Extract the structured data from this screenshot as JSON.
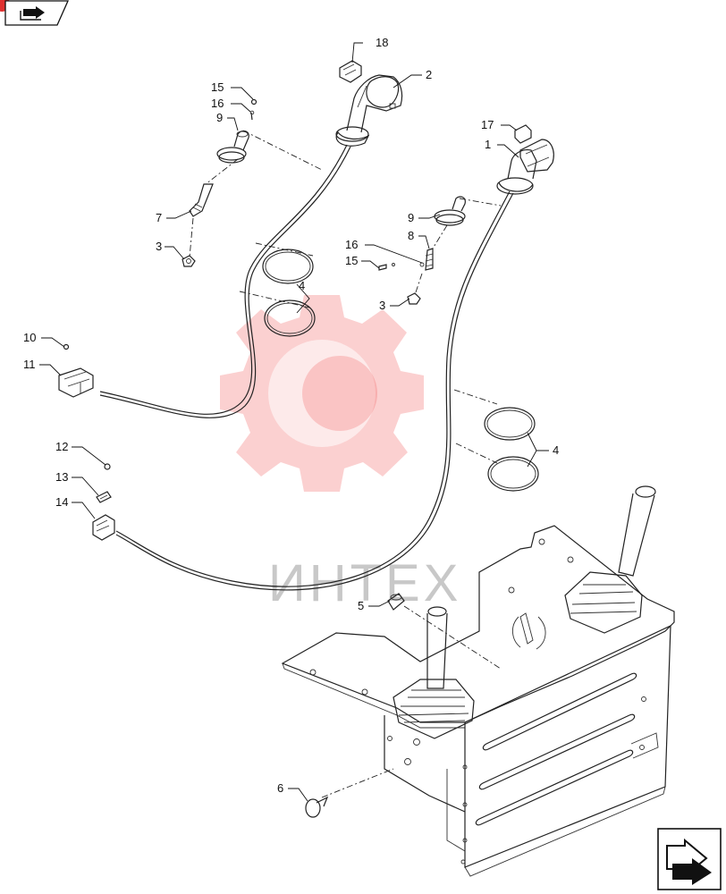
{
  "watermark": {
    "text": "ИНТЕХ",
    "color": "#ef2b2b"
  },
  "nav": {
    "top_icon": "back-arrow-icon",
    "bottom_icon": "forward-arrow-icon"
  },
  "callouts": {
    "c1": "1",
    "c2": "2",
    "c3a": "3",
    "c3b": "3",
    "c4a": "4",
    "c4b": "4",
    "c5": "5",
    "c6": "6",
    "c7": "7",
    "c8": "8",
    "c9a": "9",
    "c9b": "9",
    "c10": "10",
    "c11": "11",
    "c12": "12",
    "c13": "13",
    "c14": "14",
    "c15a": "15",
    "c15b": "15",
    "c16a": "16",
    "c16b": "16",
    "c17": "17",
    "c18": "18"
  }
}
